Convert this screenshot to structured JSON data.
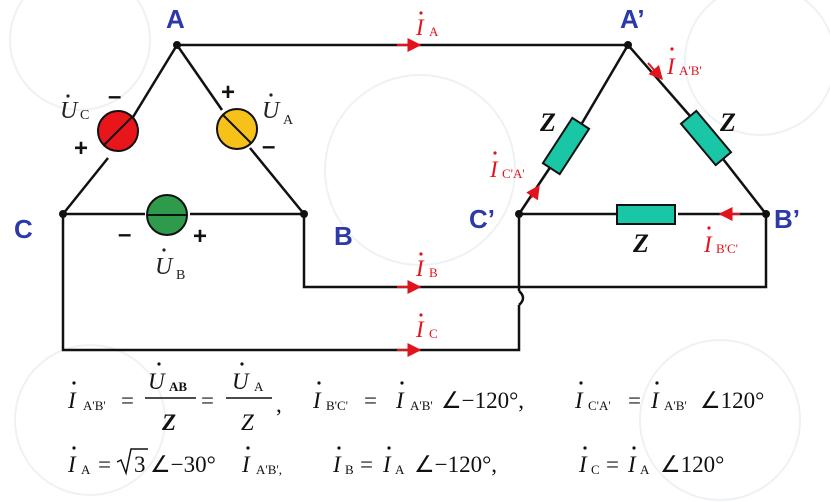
{
  "nodes": {
    "A": "A",
    "B": "B",
    "C": "C",
    "A2": "A’",
    "B2": "B’",
    "C2": "C’"
  },
  "currents": {
    "IA": {
      "main": "I",
      "sub": "A"
    },
    "IB": {
      "main": "I",
      "sub": "B"
    },
    "IC": {
      "main": "I",
      "sub": "C"
    },
    "IAB": {
      "main": "I",
      "sub": "A'B'"
    },
    "IBC": {
      "main": "I",
      "sub": "B'C'"
    },
    "ICA": {
      "main": "I",
      "sub": "C'A'"
    }
  },
  "sources": {
    "UA": {
      "main": "U",
      "sub": "A",
      "color": "#f6c21a"
    },
    "UB": {
      "main": "U",
      "sub": "B",
      "color": "#2e9a4c"
    },
    "UC": {
      "main": "U",
      "sub": "C",
      "color": "#e8161b"
    }
  },
  "signs": {
    "plus": "+",
    "minus": "–"
  },
  "impedance": {
    "label": "Z",
    "color": "#19c7a6"
  },
  "wire_color": "#111111",
  "arrow_color": "#e1141e",
  "formulas": {
    "f1": {
      "lhs": "I",
      "lhs_sub": "A'B'",
      "eq": "=",
      "num1": "U",
      "num1_sub": "AB",
      "den1": "Z",
      "eq2": "=",
      "num2": "U",
      "num2_sub": "A",
      "den2": "Z",
      "comma": ","
    },
    "f2": {
      "lhs": "I",
      "lhs_sub": "B'C'",
      "eq": "=",
      "rhs": "I",
      "rhs_sub": "A'B'",
      "angle": "∠−120°,"
    },
    "f3": {
      "lhs": "I",
      "lhs_sub": "C'A'",
      "eq": "=",
      "rhs": "I",
      "rhs_sub": "A'B'",
      "angle": "∠120°"
    },
    "f4": {
      "lhs": "I",
      "lhs_sub": "A",
      "eq": "=",
      "root": "3",
      "angle": "∠−30°",
      "rhs": "I",
      "rhs_sub": "A'B',"
    },
    "f5": {
      "lhs": "I",
      "lhs_sub": "B",
      "eq": "=",
      "rhs": "I",
      "rhs_sub": "A",
      "angle": "∠−120°,"
    },
    "f6": {
      "lhs": "I",
      "lhs_sub": "C",
      "eq": "=",
      "rhs": "I",
      "rhs_sub": "A",
      "angle": "∠120°"
    }
  }
}
